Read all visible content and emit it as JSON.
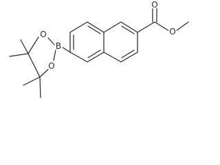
{
  "structure": {
    "atoms": {
      "carbonyl_oxygen": "O",
      "ester_oxygen": "O",
      "boron": "B",
      "dioxaborolane_oxygen_1": "O",
      "dioxaborolane_oxygen_2": "O"
    }
  }
}
